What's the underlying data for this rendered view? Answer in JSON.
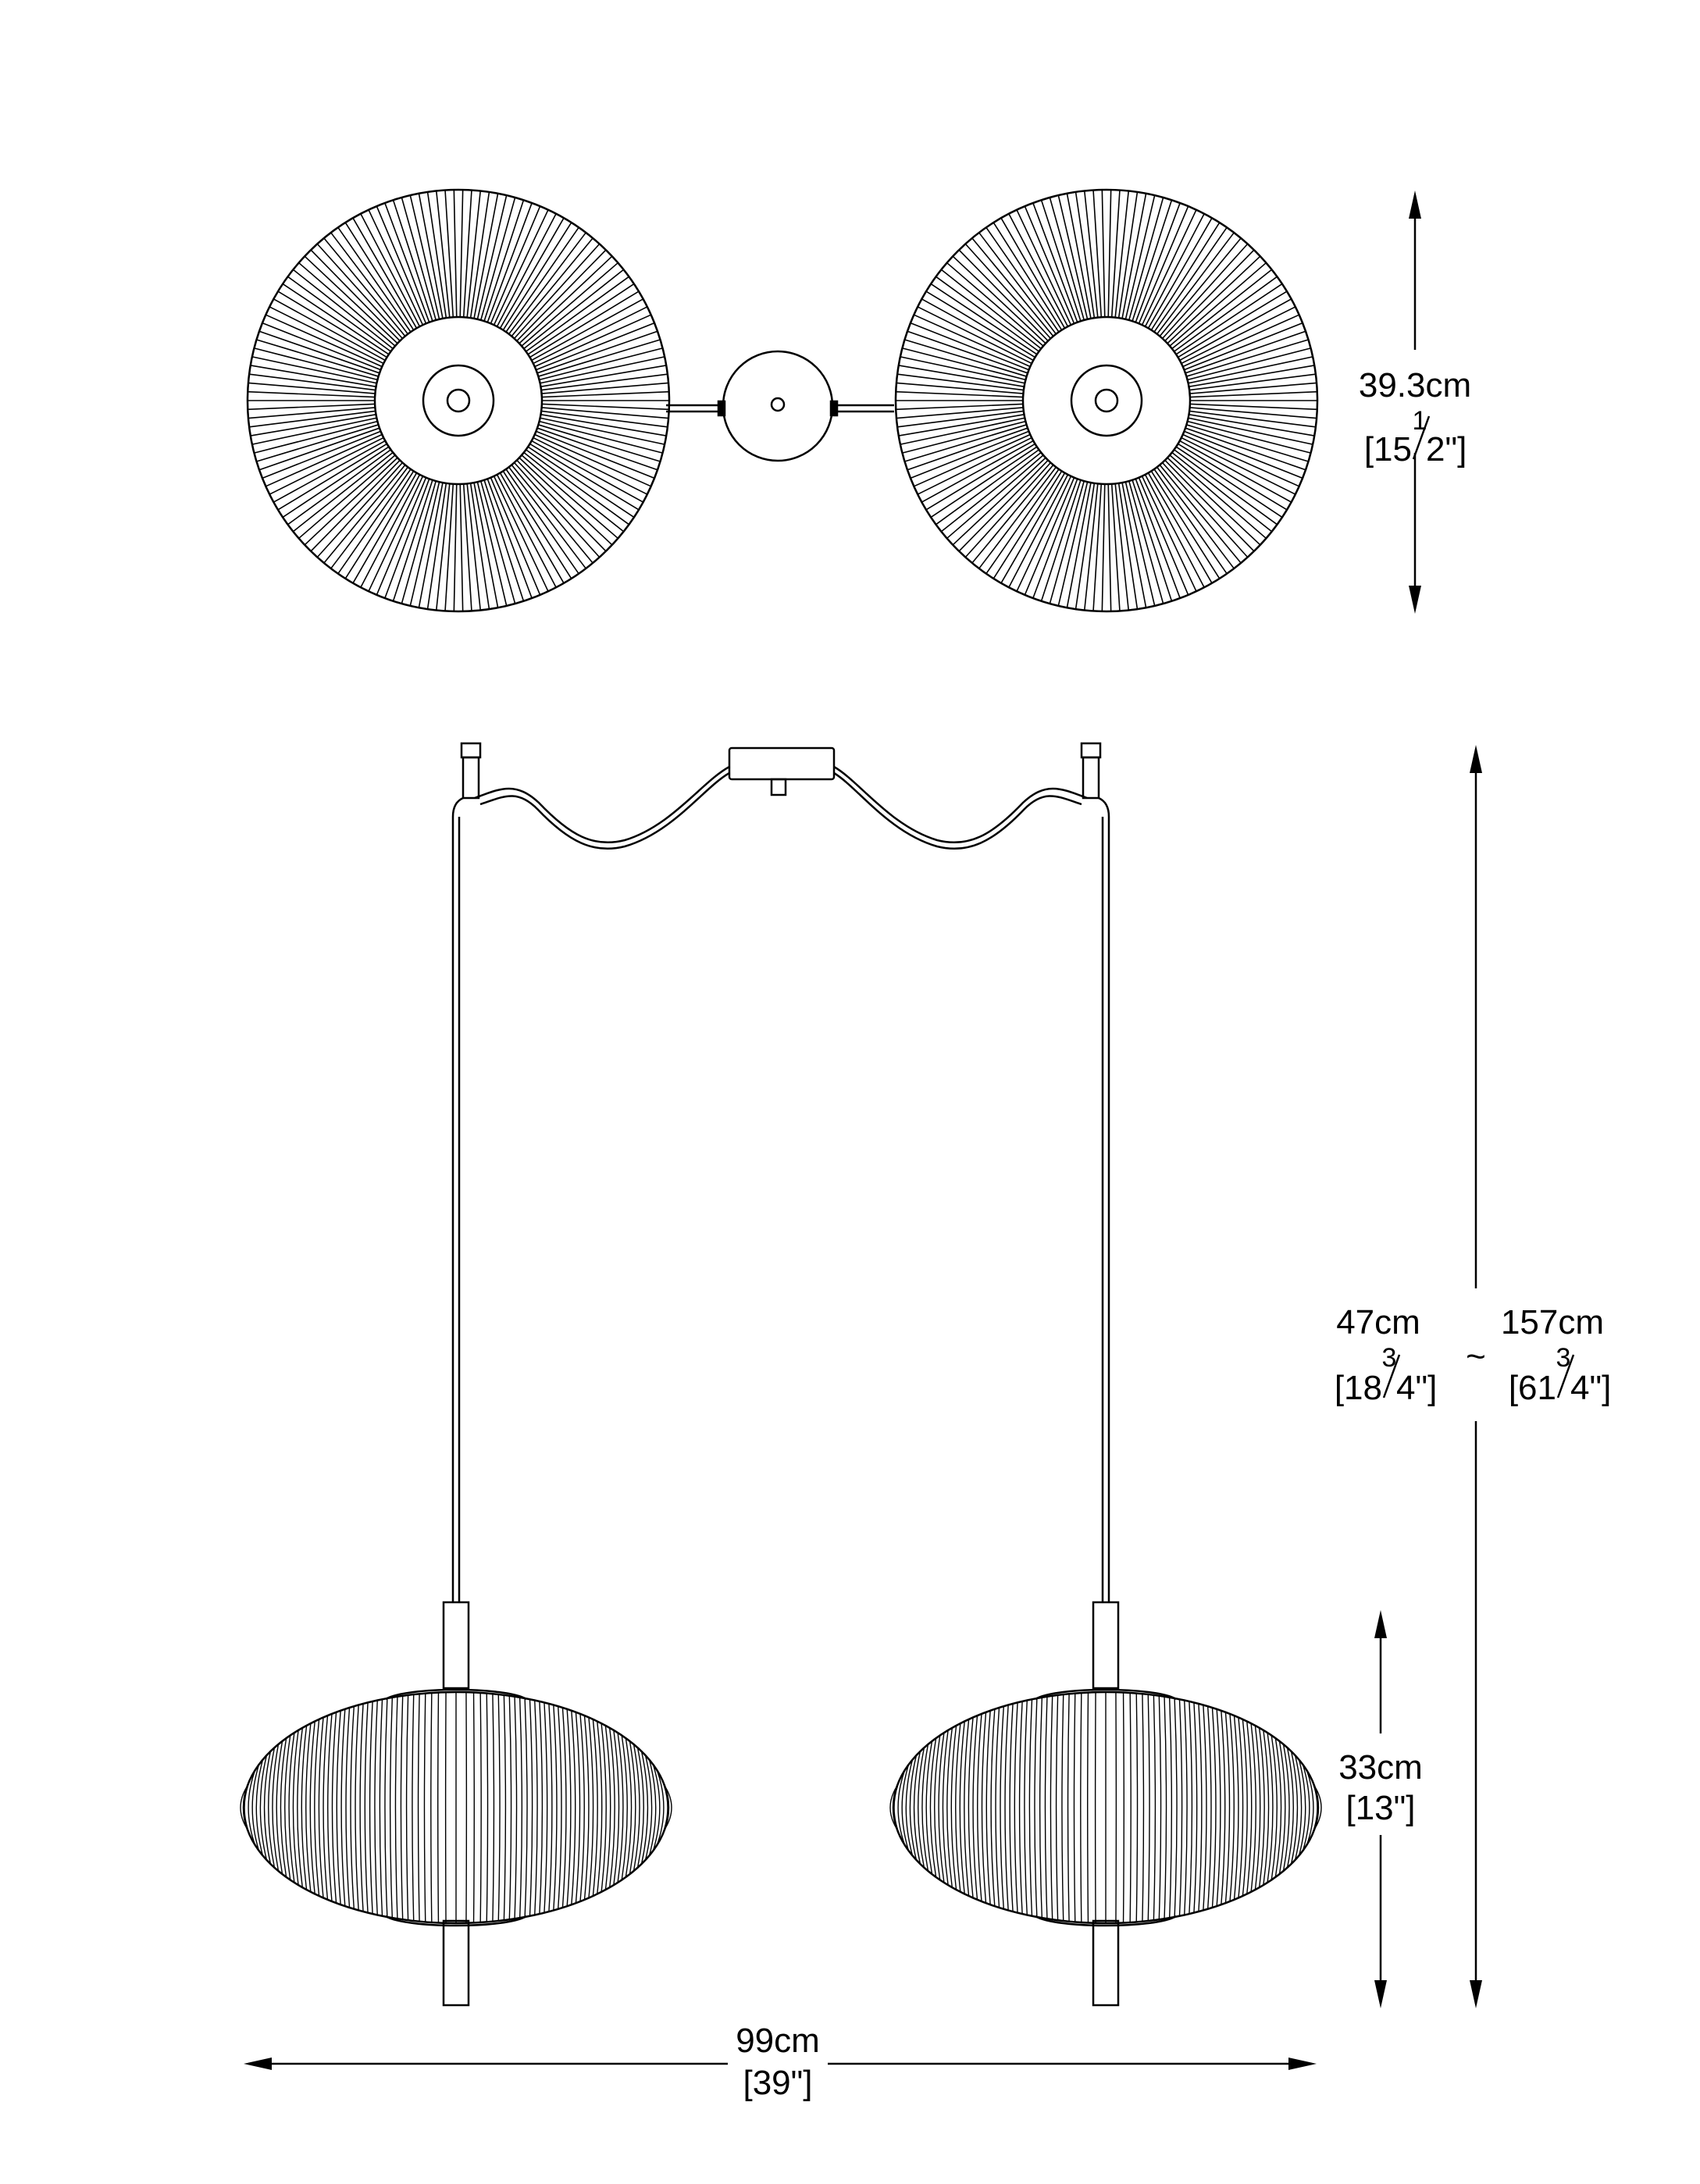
{
  "diagram": {
    "top_view": {
      "height_dim": {
        "metric": "39.3cm",
        "imperial_open": "[15",
        "imperial_frac_num": "1",
        "imperial_close": "2\"]"
      }
    },
    "front_view": {
      "drop_dim": {
        "min_metric": "47cm",
        "min_imperial_open": "[18",
        "min_imperial_frac_num": "3",
        "min_imperial_close": "4\"]",
        "range_symbol": "~",
        "max_metric": "157cm",
        "max_imperial_open": "[61",
        "max_imperial_frac_num": "3",
        "max_imperial_close": "4\"]"
      },
      "shade_height_dim": {
        "metric": "33cm",
        "imperial": "[13\"]"
      },
      "width_dim": {
        "metric": "99cm",
        "imperial": "[39\"]"
      }
    }
  },
  "colors": {
    "line": "#000000",
    "background": "#ffffff"
  }
}
